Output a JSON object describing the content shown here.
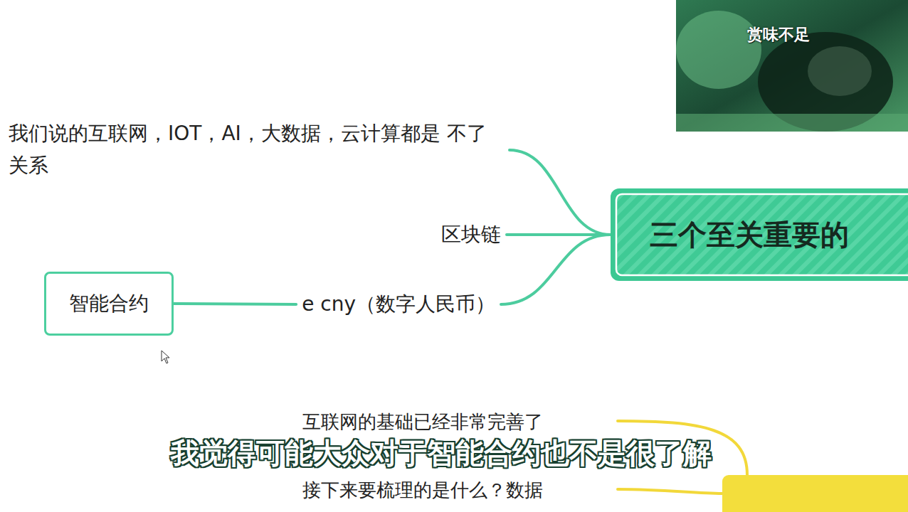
{
  "diagram": {
    "nodes": [
      {
        "text": [
          "三个至关重要的"
        ]
      },
      {
        "text": [
          "我们说的互联网，IOT，AI，大数据，云计算都是 不了关系"
        ]
      },
      {
        "text": [
          "区块链"
        ]
      },
      {
        "text": [
          "e cny（数字人民币）"
        ]
      },
      {
        "text": [
          "智能合约"
        ]
      }
    ],
    "edges": [
      {
        "from": 0,
        "to": 1,
        "arrow": "none"
      },
      {
        "from": 0,
        "to": 2,
        "arrow": "none"
      },
      {
        "from": 0,
        "to": 3,
        "arrow": "none"
      },
      {
        "from": 4,
        "to": 3,
        "arrow": "none"
      }
    ],
    "labels": [
      "赏味不足",
      "互联网的基础已经非常完善了",
      "接下来要梳理的是什么？数据",
      "我觉得可能大众对于智能合约也不是很了解"
    ]
  }
}
